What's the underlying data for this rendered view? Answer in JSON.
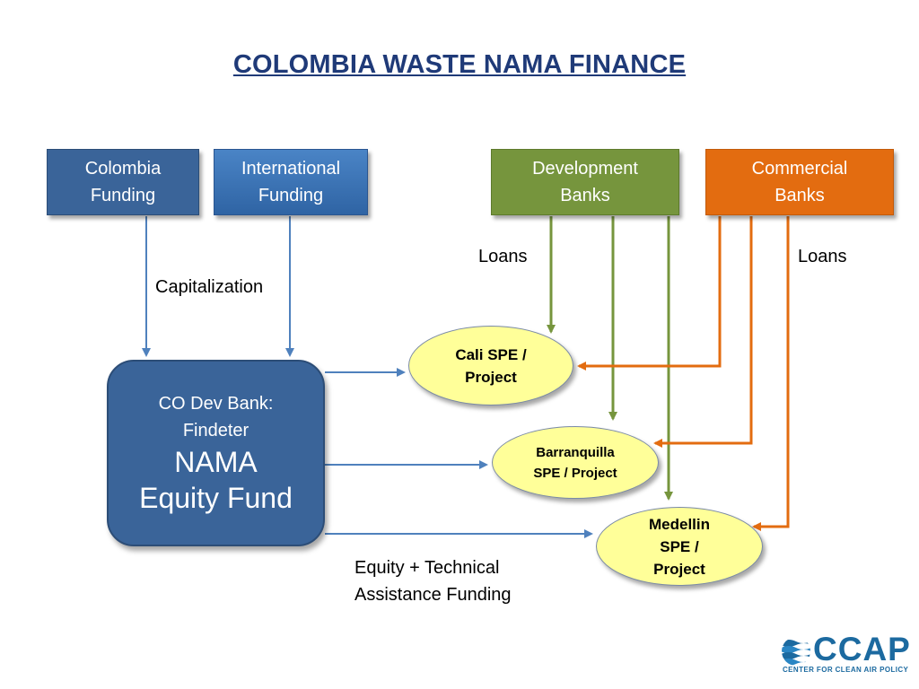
{
  "title": "COLOMBIA WASTE NAMA FINANCE",
  "colors": {
    "title": "#1f3a78",
    "navy": "#3a6499",
    "blue": "#2f64a4",
    "green": "#76953d",
    "orange": "#e36c10",
    "ellipse_fill": "#ffff99",
    "blue_arrow": "#4f81bd",
    "green_arrow": "#76953d",
    "orange_arrow": "#e36c10"
  },
  "sources": {
    "colombia_funding": "Colombia\nFunding",
    "international_funding": "International\nFunding",
    "development_banks": "Development\nBanks",
    "commercial_banks": "Commercial\nBanks"
  },
  "fund": {
    "line1": "CO Dev Bank:",
    "line2": "Findeter",
    "line3": "NAMA",
    "line4": "Equity Fund"
  },
  "projects": {
    "cali": "Cali SPE /\nProject",
    "barranquilla": "Barranquilla\nSPE / Project",
    "medellin": "Medellin\nSPE /\nProject"
  },
  "labels": {
    "capitalization": "Capitalization",
    "loans_development": "Loans",
    "loans_commercial": "Loans",
    "equity": "Equity + Technical\nAssistance Funding"
  },
  "logo": {
    "name": "CCAP",
    "tagline": "CENTER FOR CLEAN AIR POLICY",
    "icon": "ccap-wave-logo-icon"
  }
}
